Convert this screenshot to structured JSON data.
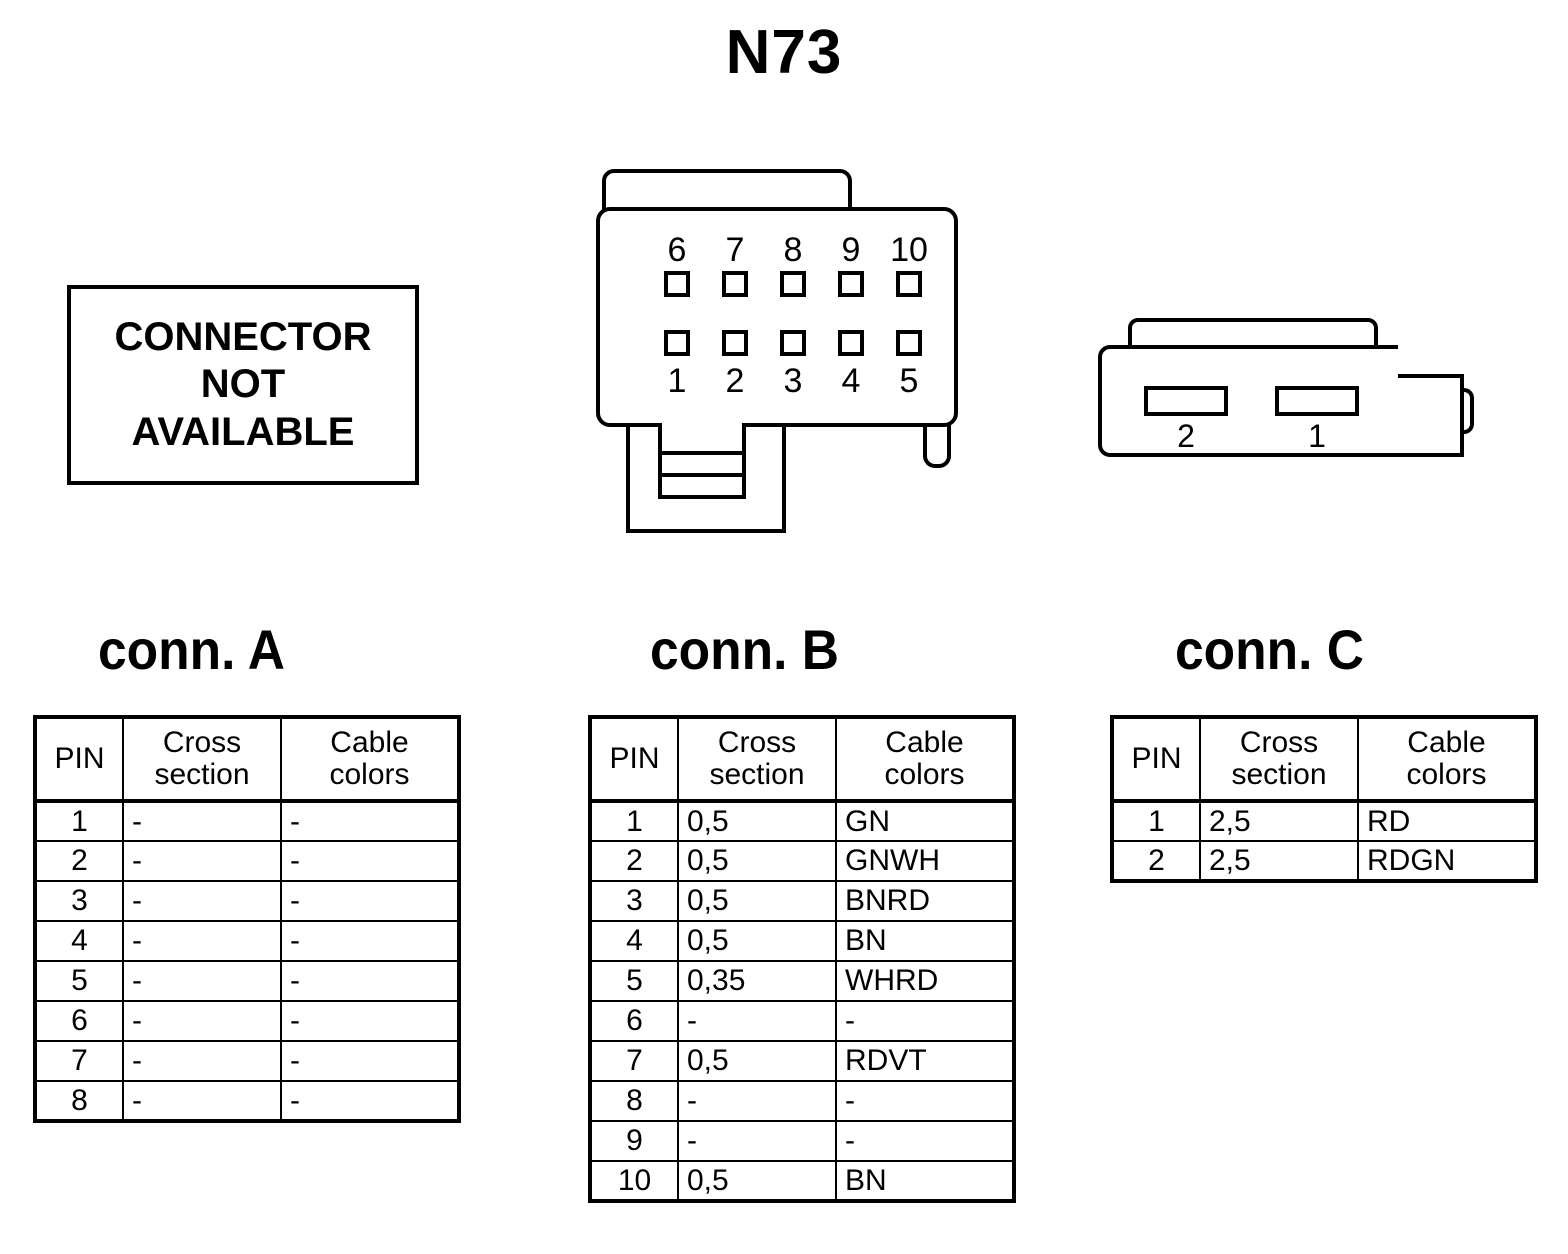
{
  "title": "N73",
  "not_available_box": {
    "lines": [
      "CONNECTOR",
      "NOT",
      "AVAILABLE"
    ]
  },
  "connector_b_drawing": {
    "top_pin_labels": [
      "6",
      "7",
      "8",
      "9",
      "10"
    ],
    "bottom_pin_labels": [
      "1",
      "2",
      "3",
      "4",
      "5"
    ]
  },
  "connector_c_drawing": {
    "slot_labels": [
      "2",
      "1"
    ]
  },
  "table_headers": {
    "pin": "PIN",
    "cross": "Cross",
    "section": "section",
    "cable": "Cable",
    "colors": "colors"
  },
  "connectors": [
    {
      "heading": "conn. A",
      "rows": [
        {
          "pin": "1",
          "cross_section": "-",
          "cable_colors": "-"
        },
        {
          "pin": "2",
          "cross_section": "-",
          "cable_colors": "-"
        },
        {
          "pin": "3",
          "cross_section": "-",
          "cable_colors": "-"
        },
        {
          "pin": "4",
          "cross_section": "-",
          "cable_colors": "-"
        },
        {
          "pin": "5",
          "cross_section": "-",
          "cable_colors": "-"
        },
        {
          "pin": "6",
          "cross_section": "-",
          "cable_colors": "-"
        },
        {
          "pin": "7",
          "cross_section": "-",
          "cable_colors": "-"
        },
        {
          "pin": "8",
          "cross_section": "-",
          "cable_colors": "-"
        }
      ]
    },
    {
      "heading": "conn. B",
      "rows": [
        {
          "pin": "1",
          "cross_section": "0,5",
          "cable_colors": "GN"
        },
        {
          "pin": "2",
          "cross_section": "0,5",
          "cable_colors": "GNWH"
        },
        {
          "pin": "3",
          "cross_section": "0,5",
          "cable_colors": "BNRD"
        },
        {
          "pin": "4",
          "cross_section": "0,5",
          "cable_colors": "BN"
        },
        {
          "pin": "5",
          "cross_section": "0,35",
          "cable_colors": "WHRD"
        },
        {
          "pin": "6",
          "cross_section": "-",
          "cable_colors": "-"
        },
        {
          "pin": "7",
          "cross_section": "0,5",
          "cable_colors": "RDVT"
        },
        {
          "pin": "8",
          "cross_section": "-",
          "cable_colors": "-"
        },
        {
          "pin": "9",
          "cross_section": "-",
          "cable_colors": "-"
        },
        {
          "pin": "10",
          "cross_section": "0,5",
          "cable_colors": "BN"
        }
      ]
    },
    {
      "heading": "conn. C",
      "rows": [
        {
          "pin": "1",
          "cross_section": "2,5",
          "cable_colors": "RD"
        },
        {
          "pin": "2",
          "cross_section": "2,5",
          "cable_colors": "RDGN"
        }
      ]
    }
  ],
  "colors": {
    "ink": "#000000",
    "paper": "#ffffff"
  }
}
